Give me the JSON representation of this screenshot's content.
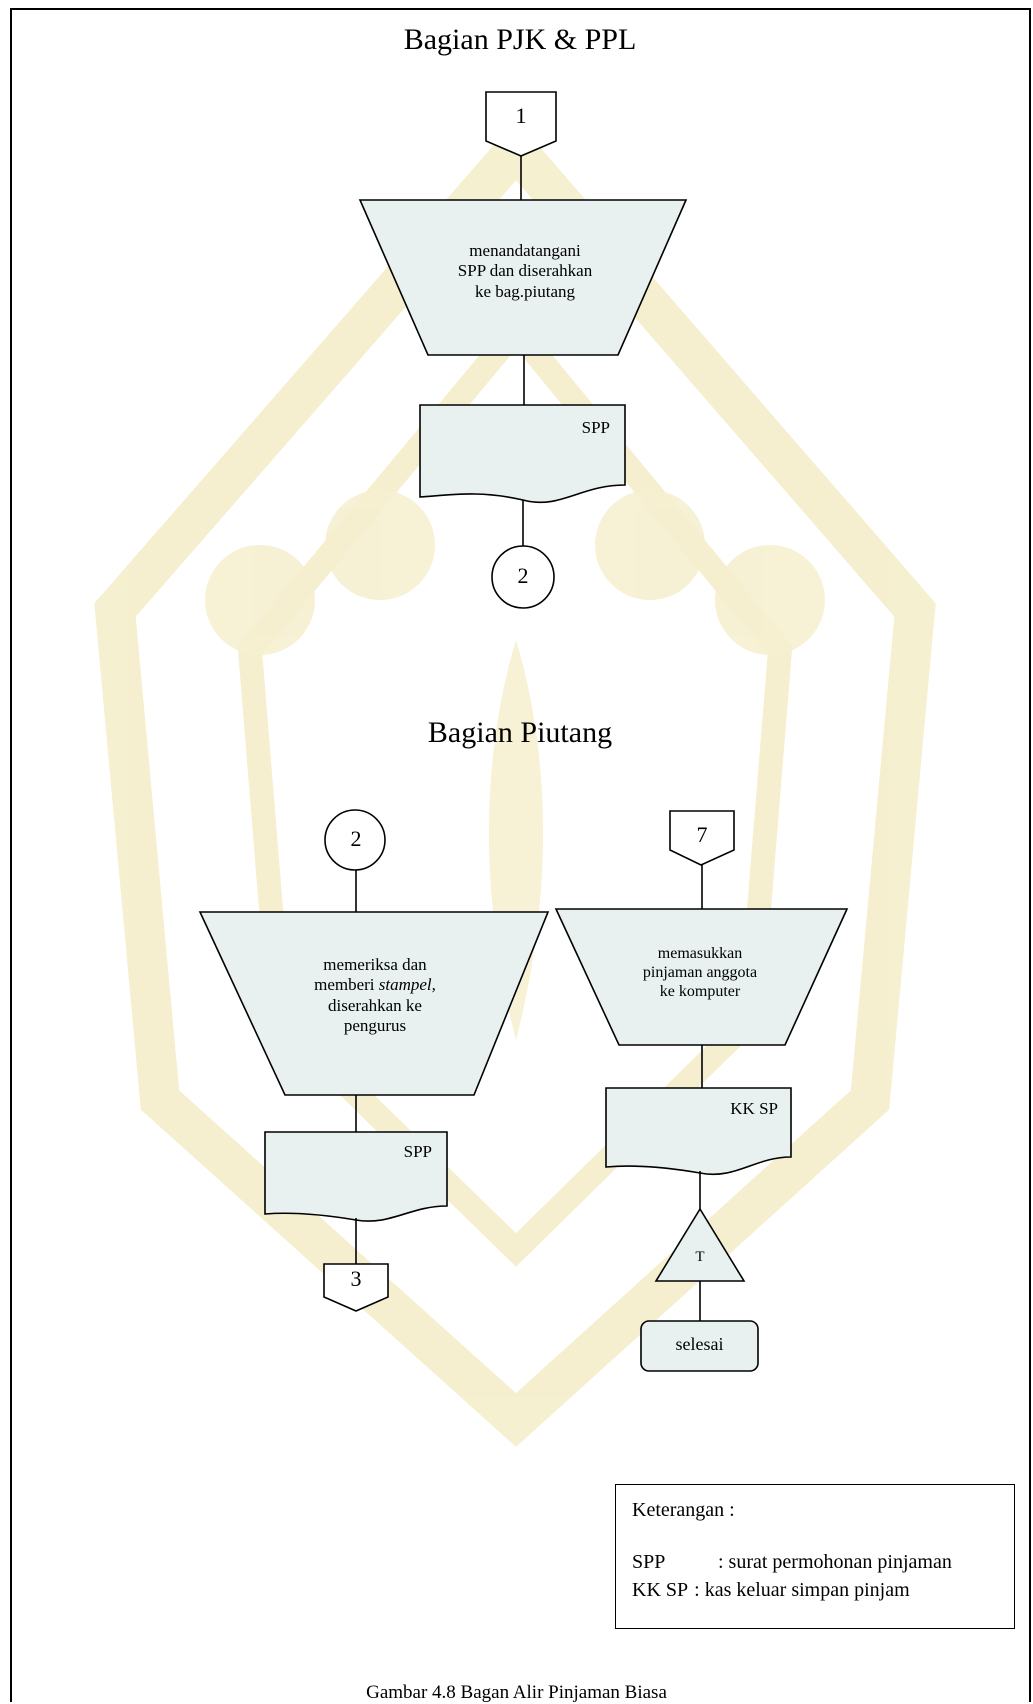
{
  "sections": {
    "pjk_title": "Bagian PJK & PPL",
    "piutang_title": "Bagian Piutang"
  },
  "pjk_flow": {
    "connector_in": "1",
    "process": [
      "menandatangani",
      "SPP dan diserahkan",
      "ke bag.piutang"
    ],
    "document": "SPP",
    "connector_out": "2"
  },
  "piutang_left": {
    "connector_in": "2",
    "process_line1": "memeriksa dan",
    "process_line2_prefix": "memberi ",
    "process_line2_italic": "stampel,",
    "process_line3": "diserahkan ke",
    "process_line4": "pengurus",
    "document": "SPP",
    "connector_out": "3"
  },
  "piutang_right": {
    "connector_in": "7",
    "process": [
      "memasukkan",
      "pinjaman anggota",
      "ke komputer"
    ],
    "document": "KK SP",
    "archive": "T",
    "terminator": "selesai"
  },
  "legend": {
    "title": "Keterangan :",
    "items": [
      {
        "key": "SPP",
        "desc": ": surat permohonan pinjaman"
      },
      {
        "key": "KK SP",
        "desc": ": kas keluar simpan pinjam"
      }
    ]
  },
  "caption": "Gambar 4.8 Bagan Alir Pinjaman Biasa",
  "colors": {
    "shape_fill": "#e8f1f0",
    "stroke": "#000000",
    "watermark": "#f3ecc4"
  }
}
